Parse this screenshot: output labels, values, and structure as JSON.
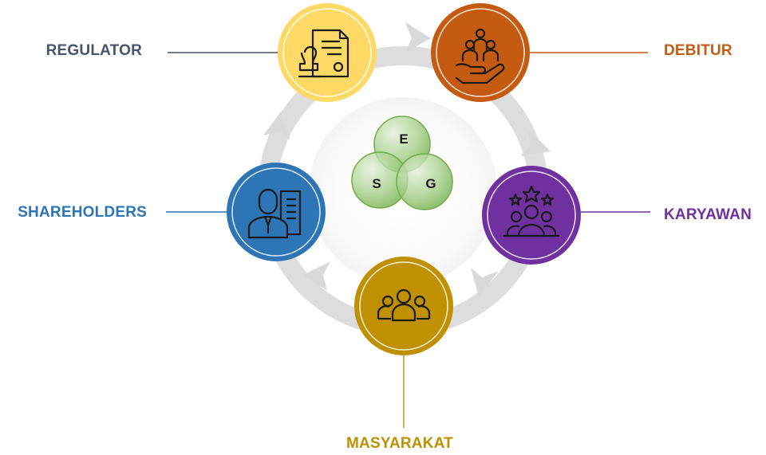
{
  "center": {
    "letters": {
      "e": "E",
      "s": "S",
      "g": "G"
    }
  },
  "stakeholders": {
    "regulator": {
      "label": "REGULATOR",
      "color": "#44546a",
      "circle_color": "#ffd966",
      "icon": "document-stamp-icon"
    },
    "debitur": {
      "label": "DEBITUR",
      "color": "#c55a11",
      "circle_color": "#c55a11",
      "icon": "people-in-hand-icon"
    },
    "karyawan": {
      "label": "KARYAWAN",
      "color": "#7030a0",
      "circle_color": "#7030a0",
      "icon": "team-stars-icon"
    },
    "masyarakat": {
      "label": "MASYARAKAT",
      "color": "#bf9000",
      "circle_color": "#bf9000",
      "icon": "community-icon"
    },
    "shareholders": {
      "label": "SHAREHOLDERS",
      "color": "#2e75b6",
      "circle_color": "#2e75b6",
      "icon": "businessman-building-icon"
    }
  },
  "cycle_arrow_color": "#d9d9d9",
  "esg_circle_color": "#70ad47"
}
